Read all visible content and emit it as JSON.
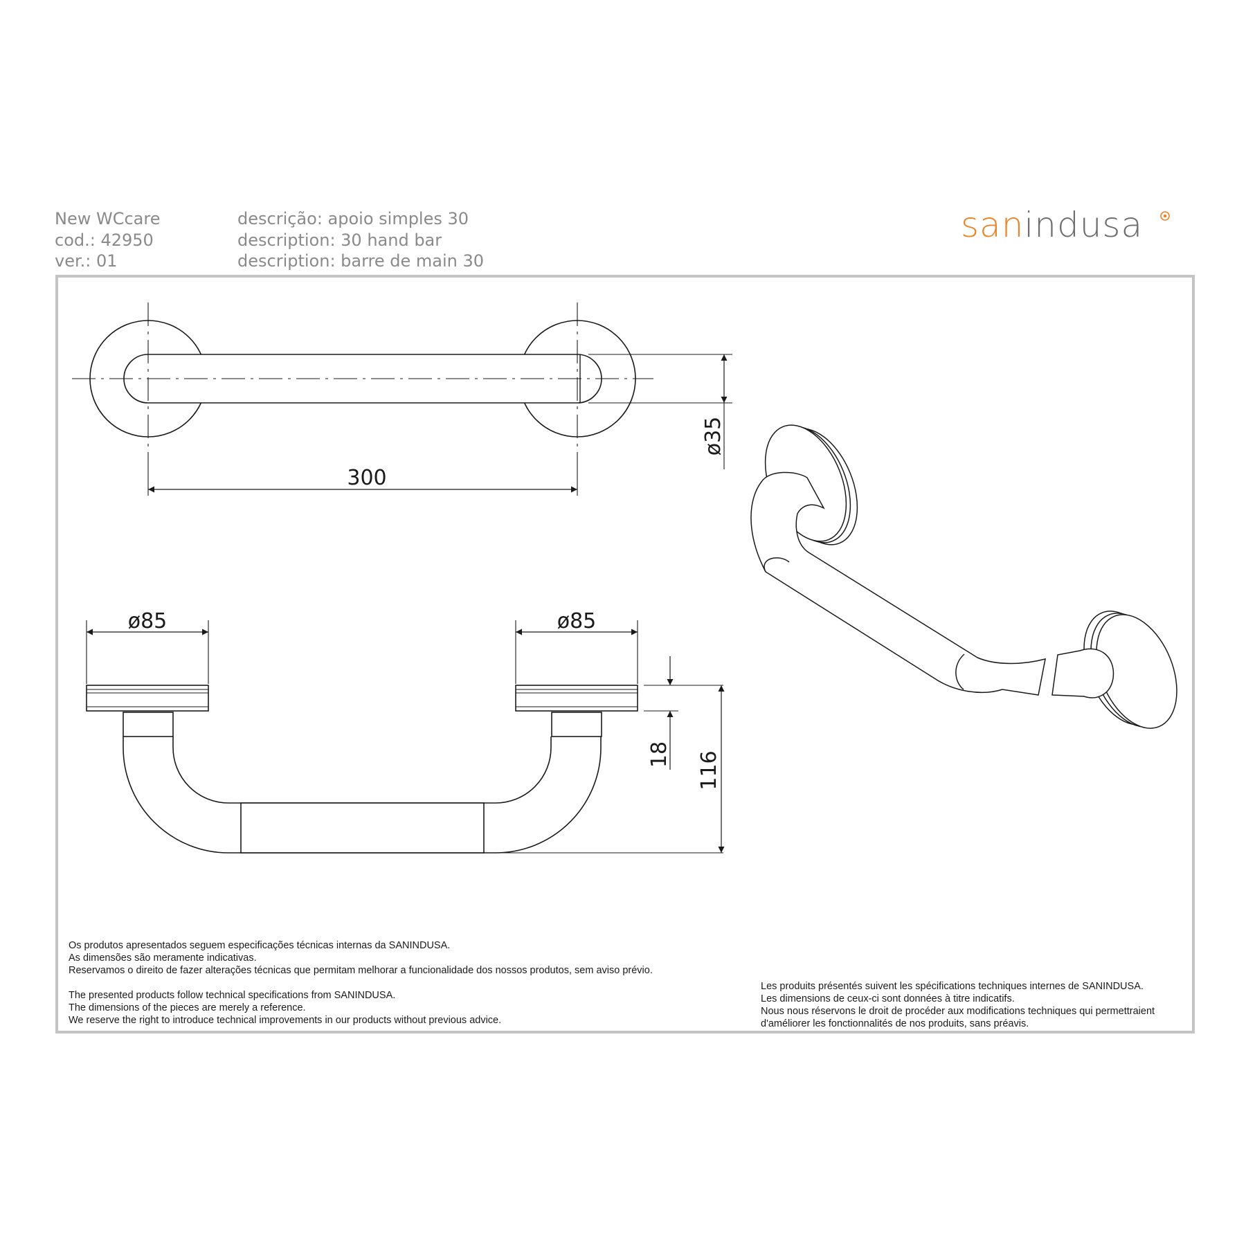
{
  "header": {
    "product_line": "New WCcare",
    "code": "cod.: 42950",
    "version": "ver.: 01",
    "desc_pt": "descrição: apoio simples 30",
    "desc_en": "description: 30 hand bar",
    "desc_fr": "description: barre de main 30"
  },
  "logo": {
    "part1": "san",
    "part2": "indusa"
  },
  "colors": {
    "brand_orange": "#e8862a",
    "logo_gray": "#6e6e6e",
    "frame_gray": "#c4c4c4",
    "header_gray": "#8a8a8a",
    "line": "#1a1a1a"
  },
  "dimensions": {
    "length": "300",
    "bar_diameter": "ø35",
    "flange_left": "ø85",
    "flange_right": "ø85",
    "flange_depth": "18",
    "projection": "116"
  },
  "notes": {
    "pt": [
      "Os produtos apresentados seguem especificações técnicas internas da SANINDUSA.",
      "As dimensões são meramente indicativas.",
      "Reservamos o direito de fazer alterações técnicas que permitam melhorar a funcionalidade dos nossos produtos, sem aviso prévio."
    ],
    "en": [
      "The presented products follow technical specifications from SANINDUSA.",
      "The dimensions of the pieces are merely a reference.",
      "We reserve the right to introduce technical improvements in our products without previous advice."
    ],
    "fr": [
      "Les produits présentés suivent les spécifications techniques internes de SANINDUSA.",
      "Les dimensions de ceux-ci sont données à titre indicatifs.",
      "Nous nous réservons le droit de procéder aux modifications techniques qui permettraient",
      "d'améliorer les fonctionnalités de nos produits, sans préavis."
    ]
  }
}
